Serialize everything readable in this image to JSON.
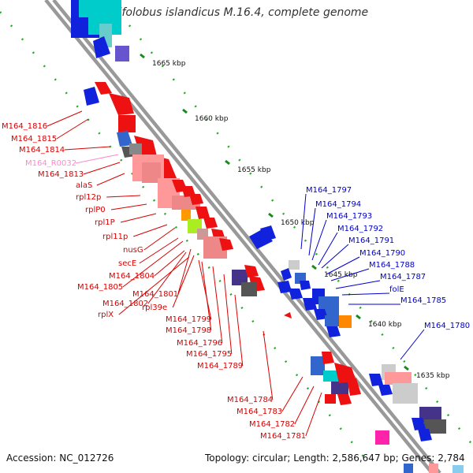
{
  "title": "Sulfolobus islandicus M.16.4, complete genome",
  "footer": {
    "accession": "Accession: NC_012726",
    "topology": "Topology: circular; Length: 2,586,647 bp; Genes: 2,784"
  },
  "colors": {
    "backbone": "#999999",
    "tick": "#1a8a1a",
    "forward_label": "#d80000",
    "reverse_label": "#0000cc",
    "rna_label": "#ff88cc"
  },
  "scale_labels": [
    "1665 kbp",
    "1660 kbp",
    "1655 kbp",
    "1650 kbp",
    "1645 kbp",
    "1640 kbp",
    "1635 kbp"
  ],
  "left_labels": [
    {
      "text": "M164_1816",
      "kind": "forward"
    },
    {
      "text": "M164_1815",
      "kind": "forward"
    },
    {
      "text": "M164_1814",
      "kind": "forward"
    },
    {
      "text": "M164_R0032",
      "kind": "rna"
    },
    {
      "text": "M164_1813",
      "kind": "forward"
    },
    {
      "text": "alaS",
      "kind": "forward"
    },
    {
      "text": "rpl12p",
      "kind": "forward"
    },
    {
      "text": "rplP0",
      "kind": "forward"
    },
    {
      "text": "rpl1P",
      "kind": "forward"
    },
    {
      "text": "rpl11p",
      "kind": "forward"
    },
    {
      "text": "nusG",
      "kind": "forward"
    },
    {
      "text": "secE",
      "kind": "forward"
    },
    {
      "text": "M164_1804",
      "kind": "forward"
    },
    {
      "text": "M164_1805",
      "kind": "forward"
    },
    {
      "text": "M164_1801",
      "kind": "forward"
    },
    {
      "text": "M164_1802",
      "kind": "forward"
    },
    {
      "text": "rpl39e",
      "kind": "forward"
    },
    {
      "text": "rplX",
      "kind": "forward"
    },
    {
      "text": "M164_1799",
      "kind": "forward"
    },
    {
      "text": "M164_1798",
      "kind": "forward"
    },
    {
      "text": "M164_1796",
      "kind": "forward"
    },
    {
      "text": "M164_1795",
      "kind": "forward"
    },
    {
      "text": "M164_1789",
      "kind": "forward"
    },
    {
      "text": "M164_1784",
      "kind": "forward"
    },
    {
      "text": "M164_1783",
      "kind": "forward"
    },
    {
      "text": "M164_1782",
      "kind": "forward"
    },
    {
      "text": "M164_1781",
      "kind": "forward"
    }
  ],
  "right_labels": [
    {
      "text": "M164_1797"
    },
    {
      "text": "M164_1794"
    },
    {
      "text": "M164_1793"
    },
    {
      "text": "M164_1792"
    },
    {
      "text": "M164_1791"
    },
    {
      "text": "M164_1790"
    },
    {
      "text": "M164_1788"
    },
    {
      "text": "M164_1787"
    },
    {
      "text": "folE"
    },
    {
      "text": "M164_1785"
    },
    {
      "text": "M164_1780"
    }
  ]
}
